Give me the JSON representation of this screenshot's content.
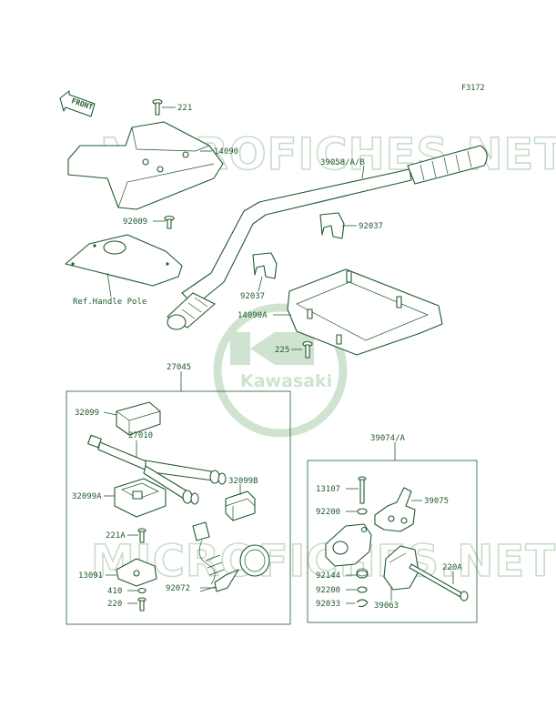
{
  "figure_code": "F3172",
  "front_label": "FRONT",
  "watermark": {
    "site_top": "MICROFICHES.NET",
    "site_bottom": "MICROFICHES.NET",
    "brand": "Kawasaki"
  },
  "colors": {
    "ink": "#1f5a2c",
    "watermark": "#c9dcca"
  },
  "callouts": {
    "p221": "221",
    "p14090": "14090",
    "p39058": "39058/A/B",
    "p92009": "92009",
    "p92037a": "92037",
    "p92037b": "92037",
    "ref_handle_pole": "Ref.Handle Pole",
    "p14090A": "14090A",
    "p225": "225",
    "p27045": "27045",
    "p32099": "32099",
    "p27010": "27010",
    "p32099B": "32099B",
    "p32099A": "32099A",
    "p221A": "221A",
    "p13091": "13091",
    "p410": "410",
    "p220": "220",
    "p92072": "92072",
    "p39074": "39074/A",
    "p13107": "13107",
    "p39075": "39075",
    "p92200a": "92200",
    "p220A": "220A",
    "p92144": "92144",
    "p92200b": "92200",
    "p92033": "92033",
    "p39063": "39063"
  }
}
